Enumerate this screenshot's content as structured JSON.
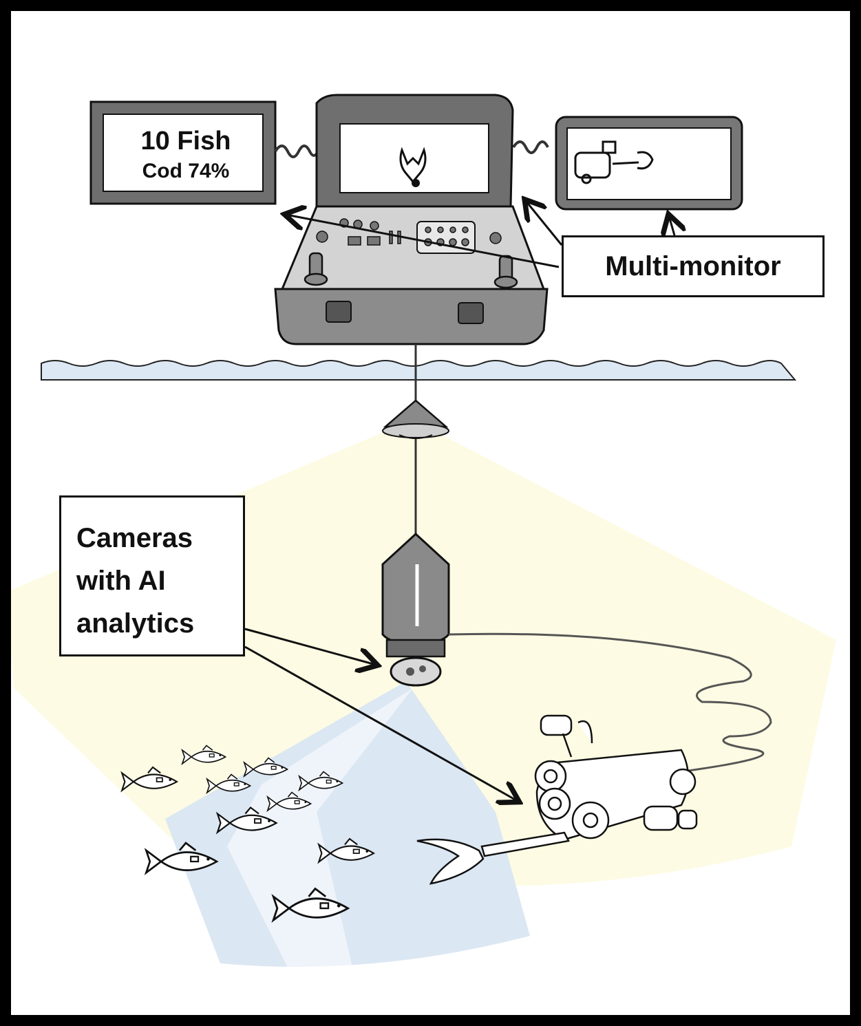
{
  "labels": {
    "multi_monitor": "Multi-monitor",
    "cameras_line1": "Cameras",
    "cameras_line2": "with AI",
    "cameras_line3": "analytics"
  },
  "left_monitor": {
    "line1": "10 Fish",
    "line2": "Cod 74%"
  },
  "colors": {
    "frame": "#000000",
    "water": "#dce8f4",
    "light_cone": "#fdfbe6",
    "camera_beam": "#dbe7f3",
    "console_gray": "#9a9a9a",
    "screen_white": "#ffffff"
  },
  "icons": {
    "console": "control-console-icon",
    "monitor_left": "monitor-icon",
    "monitor_center": "monitor-icon",
    "monitor_right": "monitor-icon",
    "light": "lamp-icon",
    "camera": "camera-pod-icon",
    "rov": "rov-robot-icon",
    "fish": "fish-icon"
  }
}
